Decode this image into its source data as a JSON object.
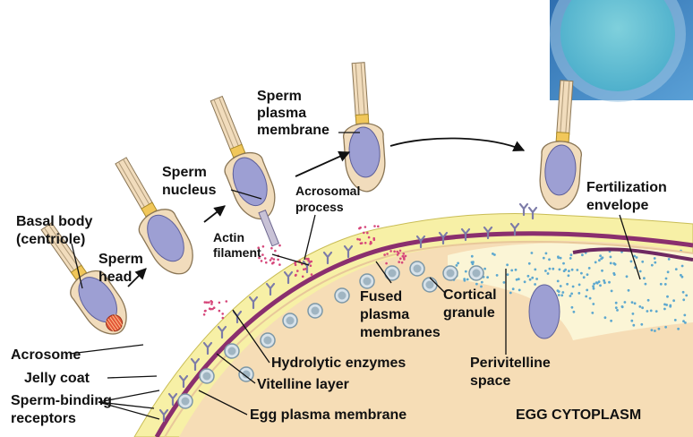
{
  "labels": {
    "sperm_plasma_membrane": [
      "Sperm",
      "plasma",
      "membrane"
    ],
    "sperm_nucleus": [
      "Sperm",
      "nucleus"
    ],
    "acrosomal_process": [
      "Acrosomal",
      "process"
    ],
    "fertilization_envelope": [
      "Fertilization",
      "envelope"
    ],
    "basal_body": [
      "Basal body",
      "(centriole)"
    ],
    "sperm_head": [
      "Sperm",
      "head"
    ],
    "actin_filament": [
      "Actin",
      "filament"
    ],
    "fused_plasma_membranes": [
      "Fused",
      "plasma",
      "membranes"
    ],
    "cortical_granule": [
      "Cortical",
      "granule"
    ],
    "acrosome": "Acrosome",
    "jelly_coat": "Jelly coat",
    "sperm_binding_receptors": [
      "Sperm-binding",
      "receptors"
    ],
    "hydrolytic_enzymes": "Hydrolytic enzymes",
    "vitelline_layer": "Vitelline layer",
    "egg_plasma_membrane": "Egg plasma membrane",
    "perivitelline_space": [
      "Perivitelline",
      "space"
    ],
    "egg_cytoplasm": "EGG CYTOPLASM"
  },
  "colors": {
    "cytoplasm": "#f6ddb6",
    "jelly_coat": "#f7f0a6",
    "vitelline_layer": "#8a2f6e",
    "nucleus": "#9d9fd3",
    "sperm_body": "#f1dcbc",
    "granule": "#7c97a6",
    "enzymes": "#d6467a",
    "perivitelline_dots": "#5da8cf",
    "photo_bg": "#3f88c6",
    "photo_egg": "#5fbad4"
  }
}
